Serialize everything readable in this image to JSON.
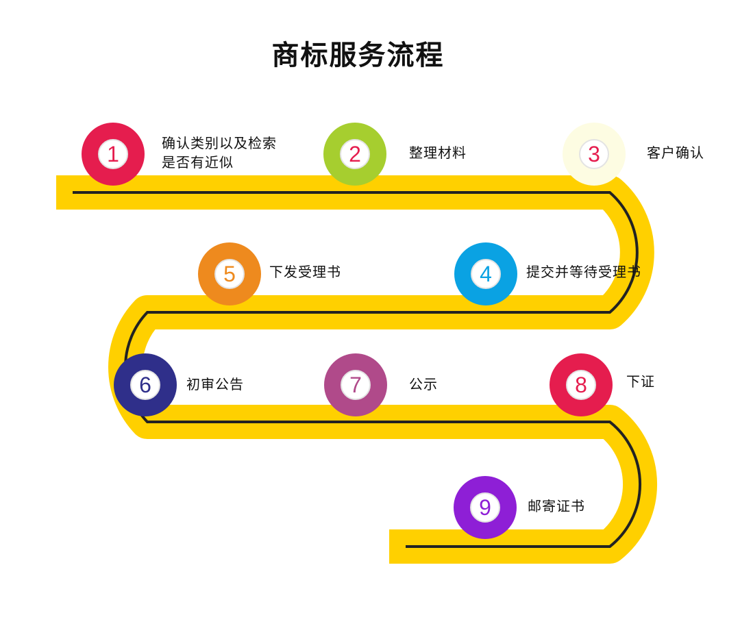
{
  "title": "商标服务流程",
  "steps": [
    {
      "number": "1",
      "label_lines": [
        "确认类别以及检索",
        "是否有近似"
      ],
      "color": "#E51D4E",
      "digit_color": "#E51D4E"
    },
    {
      "number": "2",
      "label_lines": [
        "整理材料"
      ],
      "color": "#A6CE2F",
      "digit_color": "#E51D4E"
    },
    {
      "number": "3",
      "label_lines": [
        "客户确认"
      ],
      "color": "#FDFCE2",
      "digit_color": "#E51D4E"
    },
    {
      "number": "4",
      "label_lines": [
        "提交并等待受理书"
      ],
      "color": "#0AA2E3",
      "digit_color": "#0AA2E3"
    },
    {
      "number": "5",
      "label_lines": [
        "下发受理书"
      ],
      "color": "#EE8A1E",
      "digit_color": "#EE8A1E"
    },
    {
      "number": "6",
      "label_lines": [
        "初审公告"
      ],
      "color": "#2F2F8A",
      "digit_color": "#2F2F8A"
    },
    {
      "number": "7",
      "label_lines": [
        "公示"
      ],
      "color": "#B04A8A",
      "digit_color": "#B04A8A"
    },
    {
      "number": "8",
      "label_lines": [
        "下证"
      ],
      "color": "#E51D4E",
      "digit_color": "#E51D4E"
    },
    {
      "number": "9",
      "label_lines": [
        "邮寄证书"
      ],
      "color": "#8E1FD6",
      "digit_color": "#8E1FD6"
    }
  ],
  "path_color": "#FFD000",
  "line_color": "#222222"
}
